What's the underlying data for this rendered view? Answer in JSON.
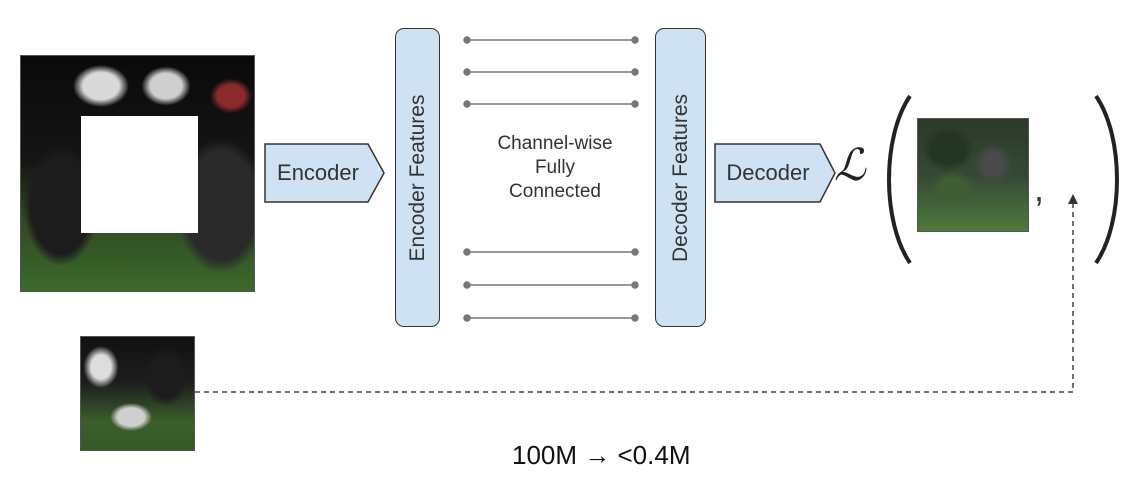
{
  "encoder_label": "Encoder",
  "encoder_features_label": "Encoder Features",
  "bottleneck_label_lines": [
    "Channel-wise",
    "Fully",
    "Connected"
  ],
  "decoder_features_label": "Decoder Features",
  "decoder_label": "Decoder",
  "loss_symbol": "ℒ",
  "comma": ",",
  "parameter_note": "100M → <0.4M",
  "colors": {
    "box_fill": "#cfe2f3",
    "box_stroke": "#333333",
    "connector": "#777777"
  }
}
